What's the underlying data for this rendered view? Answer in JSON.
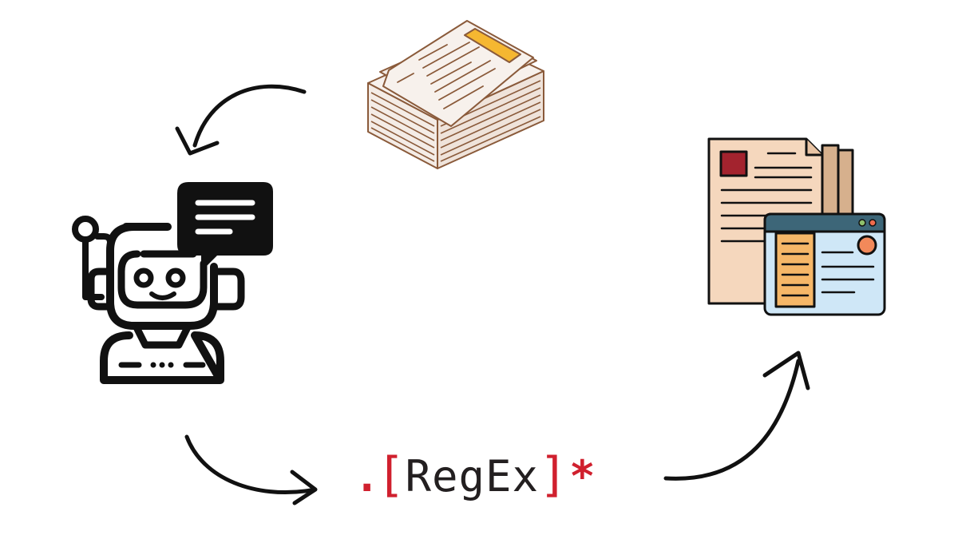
{
  "diagram": {
    "nodes": [
      {
        "id": "documents-stack",
        "icon": "paper-stack-icon"
      },
      {
        "id": "chatbot",
        "icon": "chatbot-robot-icon"
      },
      {
        "id": "regex",
        "icon": "regex-logo"
      },
      {
        "id": "extracted-documents",
        "icon": "documents-browser-icon"
      }
    ],
    "edges": [
      {
        "from": "documents-stack",
        "to": "chatbot"
      },
      {
        "from": "chatbot",
        "to": "regex"
      },
      {
        "from": "regex",
        "to": "extracted-documents"
      }
    ]
  },
  "regex_logo": {
    "dot": ".",
    "open_bracket": "[",
    "word": "RegEx",
    "close_bracket": "]",
    "star": "*"
  },
  "colors": {
    "regex_red": "#d0202e",
    "regex_text": "#231f20",
    "paper_outline": "#8a5a3a",
    "paper_fill": "#f4ece6",
    "highlight": "#f5b731",
    "doc_fill": "#f5d7bd",
    "doc_dark": "#d6b08d",
    "doc_red_square": "#a3232e",
    "browser_bar": "#3d6678",
    "browser_fill": "#cfe7f7",
    "browser_sidebar": "#f6b768",
    "browser_circle": "#f2895a",
    "line": "#111111"
  }
}
